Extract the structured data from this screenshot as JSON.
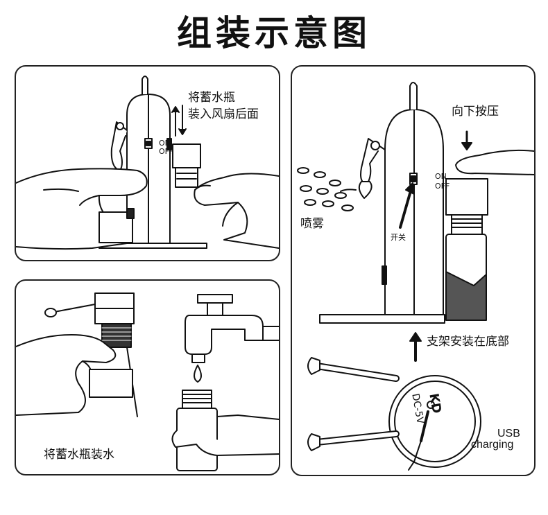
{
  "title": "组装示意图",
  "panel1": {
    "label_line1": "将蓄水瓶",
    "label_line2": "装入风扇后面",
    "switch_on": "ON",
    "switch_off": "OFF"
  },
  "panel2": {
    "label": "将蓄水瓶装水"
  },
  "panel3": {
    "press_label": "向下按压",
    "spray_label": "喷雾",
    "switch_label": "开关",
    "stand_label": "支架安装在底部",
    "switch_on": "ON",
    "switch_off": "OFF",
    "base_brand": "KD",
    "base_voltage": "DC-5V",
    "usb_line1": "USB",
    "usb_line2": "charging"
  }
}
